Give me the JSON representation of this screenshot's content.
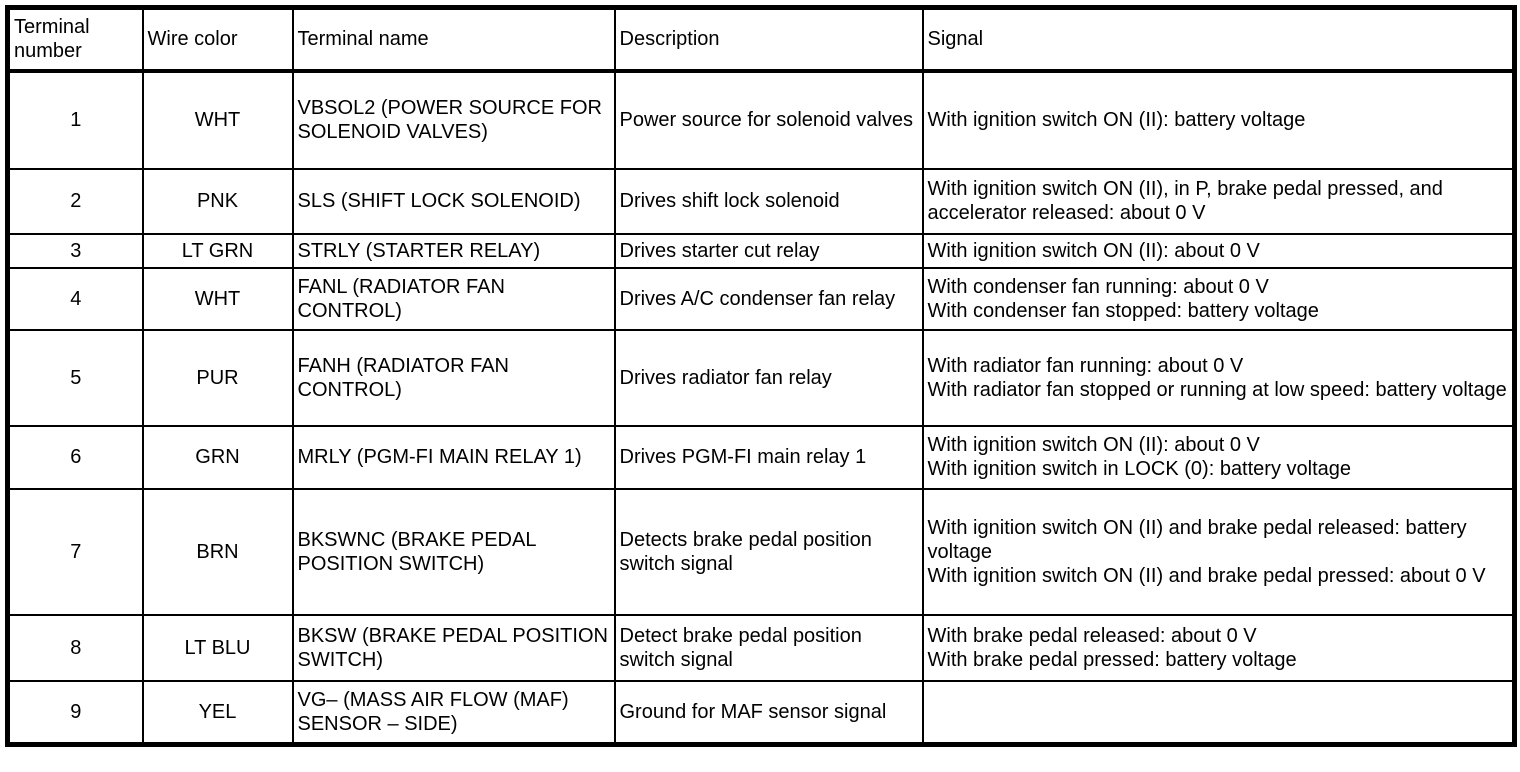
{
  "table": {
    "header": {
      "terminal_number": "Terminal number",
      "wire_color": "Wire color",
      "terminal_name": "Terminal name",
      "description": "Description",
      "signal": "Signal"
    },
    "rows": [
      {
        "terminal_number": "1",
        "wire_color": "WHT",
        "terminal_name": "VBSOL2 (POWER SOURCE FOR SOLENOID VALVES)",
        "description": "Power source for solenoid valves",
        "signal": "With ignition switch ON (II): battery voltage"
      },
      {
        "terminal_number": "2",
        "wire_color": "PNK",
        "terminal_name": "SLS (SHIFT LOCK SOLENOID)",
        "description": "Drives shift lock solenoid",
        "signal": "With ignition switch ON (II), in P, brake pedal pressed, and accelerator released: about 0 V"
      },
      {
        "terminal_number": "3",
        "wire_color": "LT GRN",
        "terminal_name": "STRLY (STARTER RELAY)",
        "description": "Drives starter cut relay",
        "signal": "With ignition switch ON (II): about 0 V"
      },
      {
        "terminal_number": "4",
        "wire_color": "WHT",
        "terminal_name": "FANL (RADIATOR FAN CONTROL)",
        "description": "Drives A/C condenser fan relay",
        "signal": "With condenser fan running: about 0 V\nWith condenser fan stopped: battery voltage"
      },
      {
        "terminal_number": "5",
        "wire_color": "PUR",
        "terminal_name": "FANH (RADIATOR FAN CONTROL)",
        "description": "Drives radiator fan relay",
        "signal": "With radiator fan running: about 0 V\nWith radiator fan stopped or running at low speed: battery voltage"
      },
      {
        "terminal_number": "6",
        "wire_color": "GRN",
        "terminal_name": "MRLY (PGM-FI MAIN RELAY 1)",
        "description": "Drives PGM-FI main relay 1",
        "signal": "With ignition switch ON (II): about 0 V\nWith ignition switch in LOCK (0): battery voltage"
      },
      {
        "terminal_number": "7",
        "wire_color": "BRN",
        "terminal_name": "BKSWNC (BRAKE PEDAL POSITION SWITCH)",
        "description": "Detects brake pedal position switch signal",
        "signal": "With ignition switch ON (II) and brake pedal released: battery voltage\nWith ignition switch ON (II) and brake pedal pressed: about 0 V"
      },
      {
        "terminal_number": "8",
        "wire_color": "LT BLU",
        "terminal_name": "BKSW (BRAKE PEDAL POSITION SWITCH)",
        "description": "Detect brake pedal position switch signal",
        "signal": "With brake pedal released: about 0 V\nWith brake pedal pressed: battery voltage"
      },
      {
        "terminal_number": "9",
        "wire_color": "YEL",
        "terminal_name": "VG– (MASS AIR FLOW (MAF) SENSOR – SIDE)",
        "description": "Ground for MAF sensor signal",
        "signal": ""
      }
    ]
  }
}
